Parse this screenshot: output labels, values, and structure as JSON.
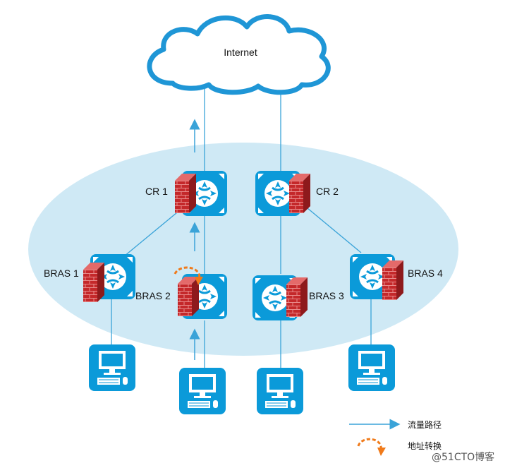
{
  "cloud": {
    "label": "Internet"
  },
  "routers": [
    {
      "id": "cr1",
      "label": "CR 1"
    },
    {
      "id": "cr2",
      "label": "CR 2"
    }
  ],
  "bras": [
    {
      "id": "bras1",
      "label": "BRAS 1"
    },
    {
      "id": "bras2",
      "label": "BRAS 2"
    },
    {
      "id": "bras3",
      "label": "BRAS 3"
    },
    {
      "id": "bras4",
      "label": "BRAS 4"
    }
  ],
  "legend": {
    "traffic_path": "流量路径",
    "address_translation": "地址转换"
  },
  "watermark": "@51CTO博客",
  "colors": {
    "device_blue": "#0b9ad9",
    "link_blue": "#3aa3d8",
    "domain_fill": "#cfe9f5",
    "firewall_red": "#c4282a",
    "nat_orange": "#f07a1a"
  }
}
